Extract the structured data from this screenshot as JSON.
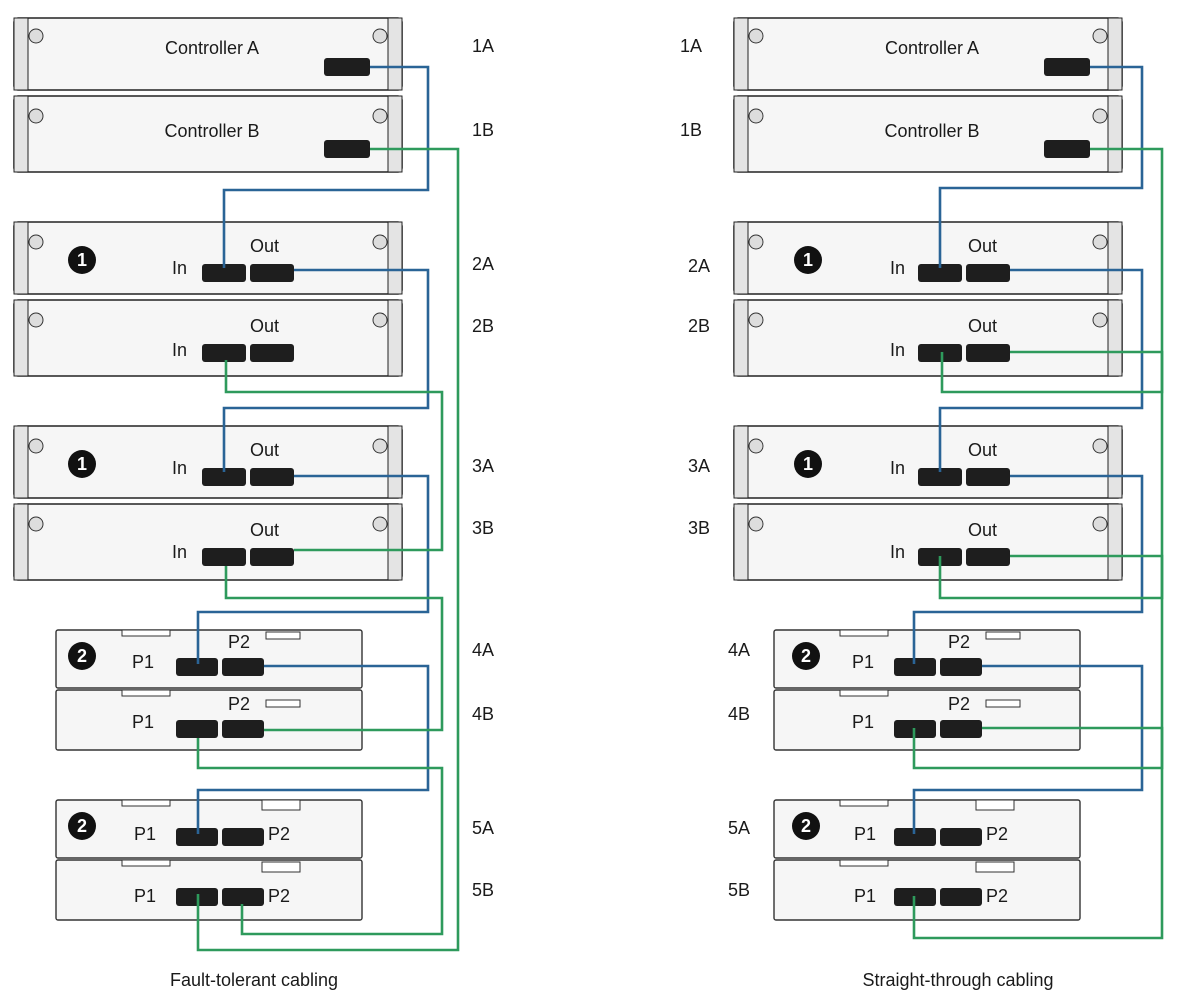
{
  "colors": {
    "blue_cable": "#2a6496",
    "green_cable": "#2e9a5c",
    "chassis_fill": "#f6f6f6",
    "port_fill": "#1e1e1e"
  },
  "left": {
    "caption": "Fault-tolerant cabling",
    "controller_a": "Controller A",
    "controller_b": "Controller B",
    "row_labels": [
      "1A",
      "1B",
      "2A",
      "2B",
      "3A",
      "3B",
      "4A",
      "4B",
      "5A",
      "5B"
    ],
    "callout_1": "1",
    "callout_2": "2",
    "in": "In",
    "out": "Out",
    "p1": "P1",
    "p2": "P2"
  },
  "right": {
    "caption": "Straight-through cabling",
    "controller_a": "Controller A",
    "controller_b": "Controller B",
    "row_labels": [
      "1A",
      "1B",
      "2A",
      "2B",
      "3A",
      "3B",
      "4A",
      "4B",
      "5A",
      "5B"
    ],
    "callout_1": "1",
    "callout_2": "2",
    "in": "In",
    "out": "Out",
    "p1": "P1",
    "p2": "P2"
  }
}
